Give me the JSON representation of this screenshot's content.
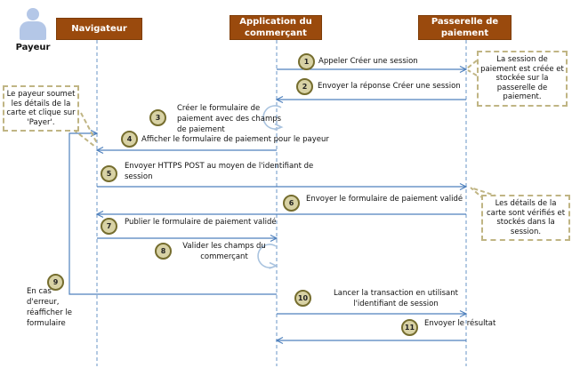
{
  "diagram": {
    "actor": {
      "label": "Payeur"
    },
    "lifelines": [
      {
        "label": "Navigateur"
      },
      {
        "label": "Application du commerçant"
      },
      {
        "label": "Passerelle de paiement"
      }
    ],
    "messages": [
      {
        "number": "1",
        "label": "Appeler Créer une session",
        "from": "Application du commerçant",
        "to": "Passerelle de paiement"
      },
      {
        "number": "2",
        "label": "Envoyer la réponse Créer une session",
        "from": "Passerelle de paiement",
        "to": "Application du commerçant"
      },
      {
        "number": "3",
        "label": "Créer le formulaire de paiement avec des champs de paiement",
        "from": "Application du commerçant",
        "to": "Application du commerçant"
      },
      {
        "number": "4",
        "label": "Afficher le formulaire de paiement pour le payeur",
        "from": "Application du commerçant",
        "to": "Navigateur"
      },
      {
        "number": "5",
        "label": "Envoyer HTTPS POST au moyen de l'identifiant de session",
        "from": "Navigateur",
        "to": "Passerelle de paiement"
      },
      {
        "number": "6",
        "label": "Envoyer le formulaire de paiement validé",
        "from": "Passerelle de paiement",
        "to": "Navigateur"
      },
      {
        "number": "7",
        "label": "Publier le formulaire de paiement validé",
        "from": "Navigateur",
        "to": "Application du commerçant"
      },
      {
        "number": "8",
        "label": "Valider les champs du commerçant",
        "from": "Application du commerçant",
        "to": "Application du commerçant"
      },
      {
        "number": "9",
        "label": "En cas d'erreur, réafficher le formulaire",
        "from": "Application du commerçant",
        "to": "Navigateur"
      },
      {
        "number": "10",
        "label": "Lancer la transaction en utilisant l'identifiant de session",
        "from": "Application du commerçant",
        "to": "Passerelle de paiement"
      },
      {
        "number": "11",
        "label": "Envoyer le résultat",
        "from": "Passerelle de paiement",
        "to": "Application du commerçant"
      }
    ],
    "notes": [
      {
        "text": "Le payeur soumet les détails de la carte et clique sur 'Payer'."
      },
      {
        "text": "La session de paiement est créée et stockée sur la passerelle de paiement."
      },
      {
        "text": "Les détails de la carte sont vérifiés et stockés dans la session."
      }
    ],
    "colors": {
      "header_bg": "#9a4a0d",
      "arrow": "#4f81bd",
      "loop": "#a9c3df",
      "circle_bg": "#d8d2a5",
      "circle_border": "#756d2e",
      "note_border": "#c0b584",
      "actor": "#b4c7e7",
      "ink": "#111111"
    }
  }
}
